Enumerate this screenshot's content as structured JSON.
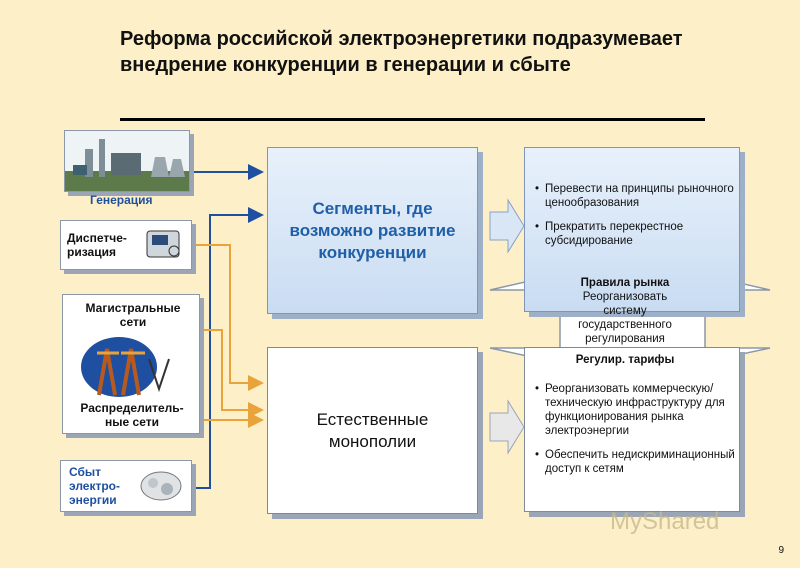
{
  "title": "Реформа российской электроэнергетики подразумевает внедрение конкуренции в генерации и сбыте",
  "left": {
    "generation_label": "Генерация",
    "dispatch_label": "Диспетче-\nризация",
    "trunk_label": "Магистральные\nсети",
    "distrib_label": "Распределитель-\nные сети",
    "sales_label": "Сбыт\nэлектро-\nэнергии"
  },
  "center": {
    "competition": "Сегменты, где возможно развитие конкуренции",
    "monopoly": "Естественные монополии"
  },
  "right_top": {
    "items": [
      "Перевести на принципы рыночного ценообразования",
      "Прекратить перекрестное субсидирование"
    ]
  },
  "middle_arrow": {
    "top": "Правила рынка",
    "body": "Реорганизовать систему государственного регулирования",
    "bottom": "Регулир. тарифы"
  },
  "right_bottom": {
    "items": [
      "Реорганизовать коммерческую/техническую инфраструктуру для функционирования рынка электроэнергии",
      "Обеспечить недискриминационный доступ к сетям"
    ]
  },
  "page_number": "9",
  "watermark": "MyShared",
  "colors": {
    "background": "#fdf0c8",
    "blue_line": "#1f4fa0",
    "orange_line": "#e8a43a"
  }
}
